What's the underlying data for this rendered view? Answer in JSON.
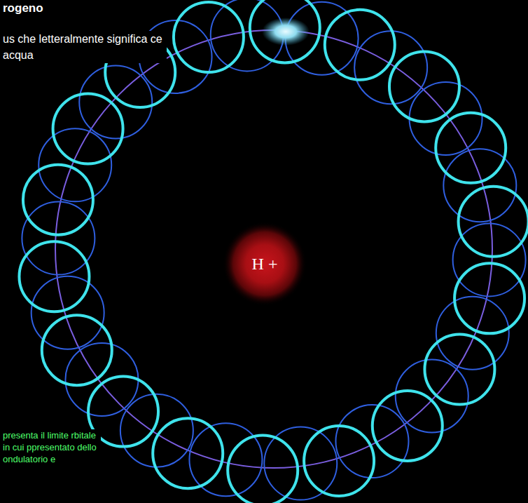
{
  "diagram": {
    "nodes": [
      {
        "text": [
          "H +"
        ]
      }
    ],
    "labels": [
      "rogeno",
      "us che letteralmente significa ce acqua",
      "presenta il limite rbitale in cui ppresentato dello ondulatorio e"
    ]
  }
}
